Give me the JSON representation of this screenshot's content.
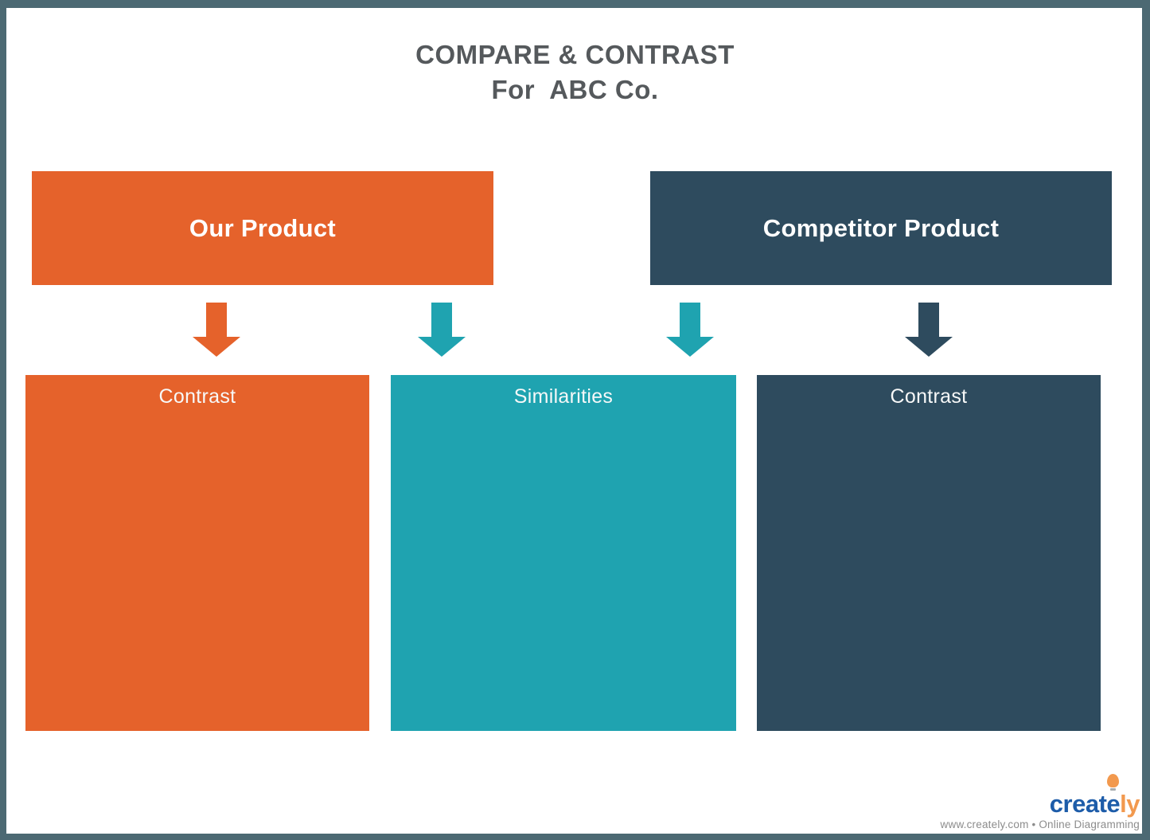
{
  "canvas": {
    "border_color": "#4C6973",
    "page_background": "#FFFFFF"
  },
  "title": {
    "line1": "COMPARE & CONTRAST",
    "line2": "For  ABC Co.",
    "color": "#55595C"
  },
  "colors": {
    "orange": "#E5622B",
    "teal": "#1FA3B0",
    "navy": "#2E4B5E"
  },
  "header_boxes": [
    {
      "label": "Our Product",
      "color": "#E5622B"
    },
    {
      "label": "Competitor Product",
      "color": "#2E4B5E"
    }
  ],
  "arrows": [
    {
      "name": "arrow-our-product-to-contrast",
      "color": "#E5622B"
    },
    {
      "name": "arrow-our-product-to-similarities",
      "color": "#1FA3B0"
    },
    {
      "name": "arrow-competitor-to-similarities",
      "color": "#1FA3B0"
    },
    {
      "name": "arrow-competitor-to-contrast",
      "color": "#2E4B5E"
    }
  ],
  "content_boxes": [
    {
      "label": "Contrast",
      "color": "#E5622B"
    },
    {
      "label": "Similarities",
      "color": "#1FA3B0"
    },
    {
      "label": "Contrast",
      "color": "#2E4B5E"
    }
  ],
  "footer": {
    "logo_part1": "create",
    "logo_part2": "ly",
    "logo_blue": "#1D5CA9",
    "logo_orange": "#F2994E",
    "tagline": "www.creately.com • Online Diagramming",
    "tagline_color": "#8C8C8C"
  }
}
